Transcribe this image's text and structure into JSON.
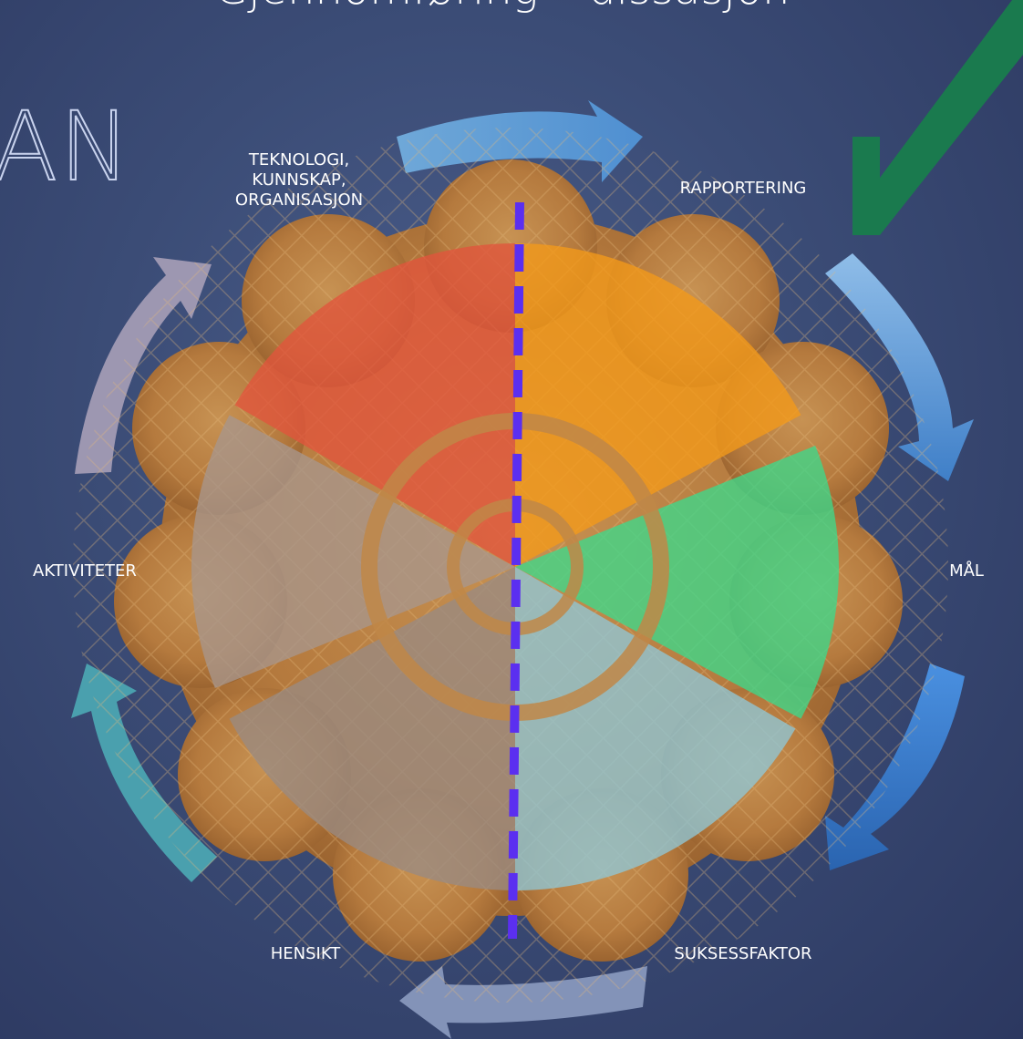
{
  "slide": {
    "title": "Gjennomføring – dissasjon",
    "title_fragment": "AN"
  },
  "diagram": {
    "center_label": "",
    "cycle_labels": {
      "teknologi": [
        "TEKNOLOGI,",
        "KUNNSKAP,",
        "ORGANISASJON"
      ],
      "rapportering": "RAPPORTERING",
      "maal": "MÅL",
      "suksessfaktor": "SUKSESSFAKTOR",
      "hensikt": "HENSIKT",
      "aktiviteter": "AKTIVITETER"
    },
    "segments": [
      {
        "id": "teknologi",
        "color": "#e2553c"
      },
      {
        "id": "rapportering",
        "color": "#f39a1a"
      },
      {
        "id": "maal",
        "color": "#3ed98b"
      },
      {
        "id": "suksessfaktor",
        "color": "#8fc6d6"
      },
      {
        "id": "hensikt",
        "color": "#9a8a82"
      },
      {
        "id": "aktiviteter",
        "color": "#a8968c"
      }
    ],
    "arrow_colors": {
      "top": "#5a9ad0",
      "right_upper": "#4f8fd1",
      "right_lower": "#2f6fc0",
      "bottom": "#7f8fb4",
      "left_lower": "#4aa3b0",
      "left_upper": "#9e98b2"
    },
    "divider_color": "#5b2ff0",
    "checkmark_color": "#1a7a4e"
  }
}
